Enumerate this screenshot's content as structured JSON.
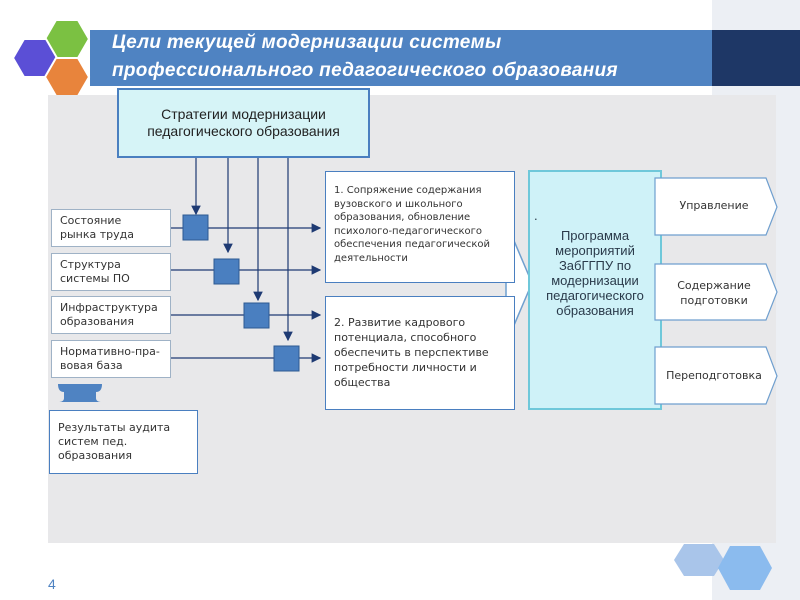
{
  "slide": {
    "title_line1": "Цели текущей модернизации системы",
    "title_line2": "профессионального педагогического образования",
    "page_number": "4"
  },
  "diagram": {
    "strategy": "Стратегии модернизации педагогического образования",
    "factors": [
      {
        "line1": "Состояние",
        "line2": "рынка труда"
      },
      {
        "line1": "Структура",
        "line2": "системы ПО"
      },
      {
        "line1": "Инфраструктура",
        "line2": "образования"
      },
      {
        "line1": "Нормативно-пра-",
        "line2": "вовая база"
      }
    ],
    "audit": "Результаты аудита систем пед. образования",
    "goal1": "1. Сопряжение содержания вузовского и школьного образования, обновление психолого-педагогического обеспечения педагогической деятельности",
    "goal2": "2. Развитие кадрового потенциала, способного обеспечить в перспективе потребности личности и общества",
    "program_dot": ".",
    "program": "Программа мероприятий ЗабГГПУ по модернизации педагогического образования",
    "outcomes": [
      "Управление",
      "Содержание подготовки",
      "Переподготовка"
    ]
  },
  "colors": {
    "header_blue": "#4f83c2",
    "header_dark": "#1e3766",
    "strategy_fill": "#d6f4f7",
    "program_fill": "#cff2f8",
    "node_fill": "#4a7fc0",
    "arrow_navy": "#1e3a73",
    "hex_green": "#7bc142",
    "hex_blue": "#5b4fd6",
    "hex_orange": "#e8843c"
  }
}
